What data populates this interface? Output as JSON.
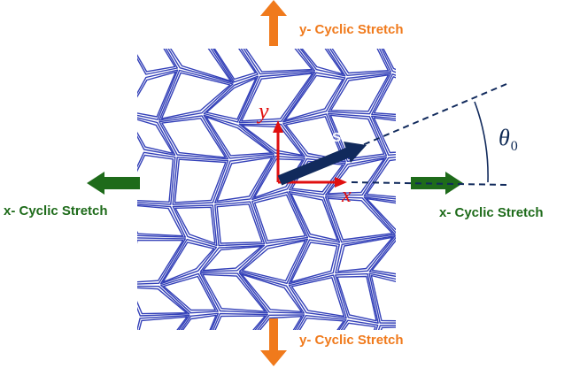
{
  "labels": {
    "y_top": "y- Cyclic Stretch",
    "y_bottom": "y- Cyclic Stretch",
    "x_left": "x- Cyclic Stretch",
    "x_right": "x- Cyclic Stretch",
    "wss": "WSS",
    "axis_x": "x",
    "axis_y": "y",
    "theta_symbol": "θ",
    "theta_subscript": "0"
  },
  "colors": {
    "y_stretch": "#F07A1C",
    "x_stretch": "#1E6B1A",
    "cells": "#3340B8",
    "axes": "#E01010",
    "wss_arrow": "#112A5C",
    "angle_lines": "#112A5C",
    "text_dark": "#0F2A55"
  }
}
